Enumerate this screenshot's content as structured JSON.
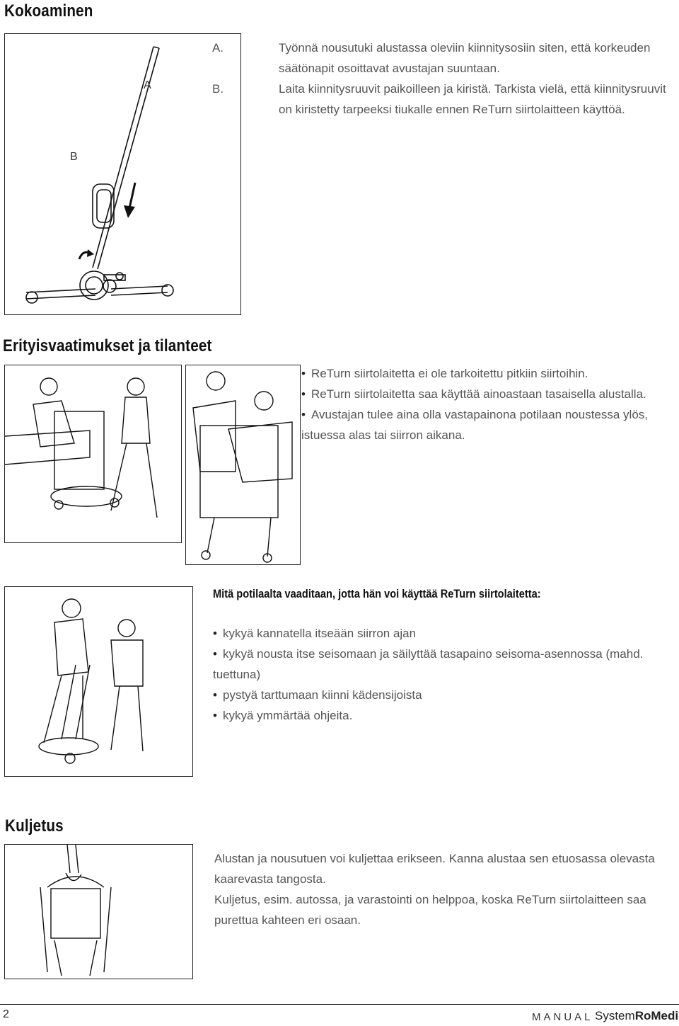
{
  "sections": {
    "kokoaminen": {
      "title": "Kokoaminen",
      "steps": [
        {
          "label": "A.",
          "lines": [
            "Työnnä nousutuki alustassa oleviin kiinnitysosiin siten, että korkeuden",
            "säätönapit osoittavat avustajan suuntaan."
          ]
        },
        {
          "label": "B.",
          "lines": [
            "Laita kiinnitysruuvit paikoilleen ja kiristä. Tarkista vielä, että kiinnitysruuvit",
            "on kiristetty tarpeeksi tiukalle ennen ReTurn siirtolaitteen käyttöä."
          ]
        }
      ],
      "figure_labels": {
        "a": "A",
        "b": "B"
      }
    },
    "erityis": {
      "title": "Erityisvaatimukset ja tilanteet",
      "bullets": [
        "ReTurn siirtolaitetta ei ole tarkoitettu pitkiin siirtoihin.",
        "ReTurn siirtolaitetta saa käyttää ainoastaan tasaisella alustalla.",
        "Avustajan tulee aina olla vastapainona potilaan noustessa ylös,"
      ],
      "bullet_continuation": "istuessa alas tai siirron aikana."
    },
    "vaatimukset": {
      "heading": "Mitä potilaalta vaaditaan, jotta hän voi käyttää ReTurn siirtolaitetta:",
      "bullets": [
        "kykyä kannatella itseään siirron ajan",
        "kykyä nousta itse seisomaan ja säilyttää tasapaino seisoma-asennossa (mahd.",
        "pystyä tarttumaan kiinni kädensijoista",
        "kykyä ymmärtää ohjeita."
      ],
      "continuation": "tuettuna)"
    },
    "kuljetus": {
      "title": "Kuljetus",
      "lines": [
        "Alustan ja nousutuen voi kuljettaa erikseen. Kanna alustaa sen etuosassa olevasta",
        "kaarevasta tangosta.",
        "Kuljetus, esim. autossa, ja varastointi on helppoa, koska ReTurn siirtolaitteen saa",
        "purettua kahteen eri osaan."
      ]
    }
  },
  "footer": {
    "page_number": "2",
    "manual": "MANUAL",
    "brand_system": "System",
    "brand_romedic": "RoMedic",
    "tm": "™"
  },
  "icons": [
    "rotate-arrow-icon",
    "down-arrow-icon"
  ]
}
